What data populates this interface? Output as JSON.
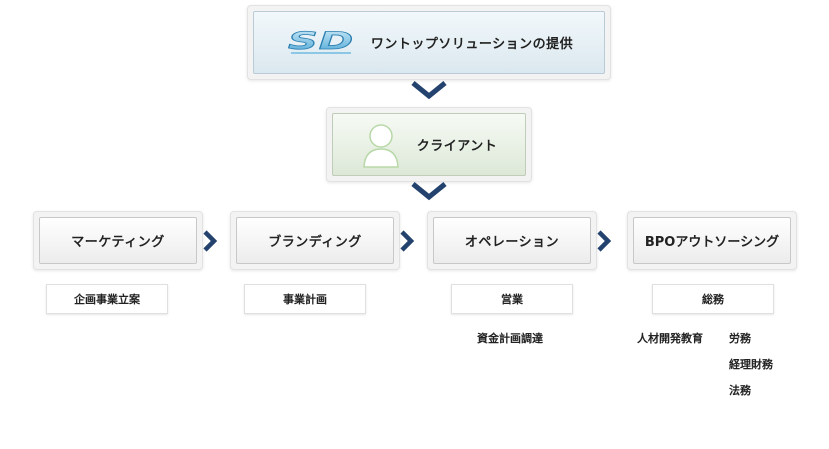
{
  "top": {
    "logo_text": "SD",
    "label": "ワントップソリューションの提供"
  },
  "client": {
    "label": "クライアント"
  },
  "stages": [
    {
      "label": "マーケティング",
      "sub": "企画事業立案"
    },
    {
      "label": "ブランディング",
      "sub": "事業計画"
    },
    {
      "label": "オペレーション",
      "sub": "営業",
      "notes": [
        "資金計画調達"
      ]
    },
    {
      "label": "BPOアウトソーシング",
      "sub": "総務",
      "notes": [
        "人材開発教育",
        "労務",
        "経理財務",
        "法務"
      ]
    }
  ],
  "colors": {
    "accent": "#23426e",
    "logo": "#4aa6d6"
  }
}
